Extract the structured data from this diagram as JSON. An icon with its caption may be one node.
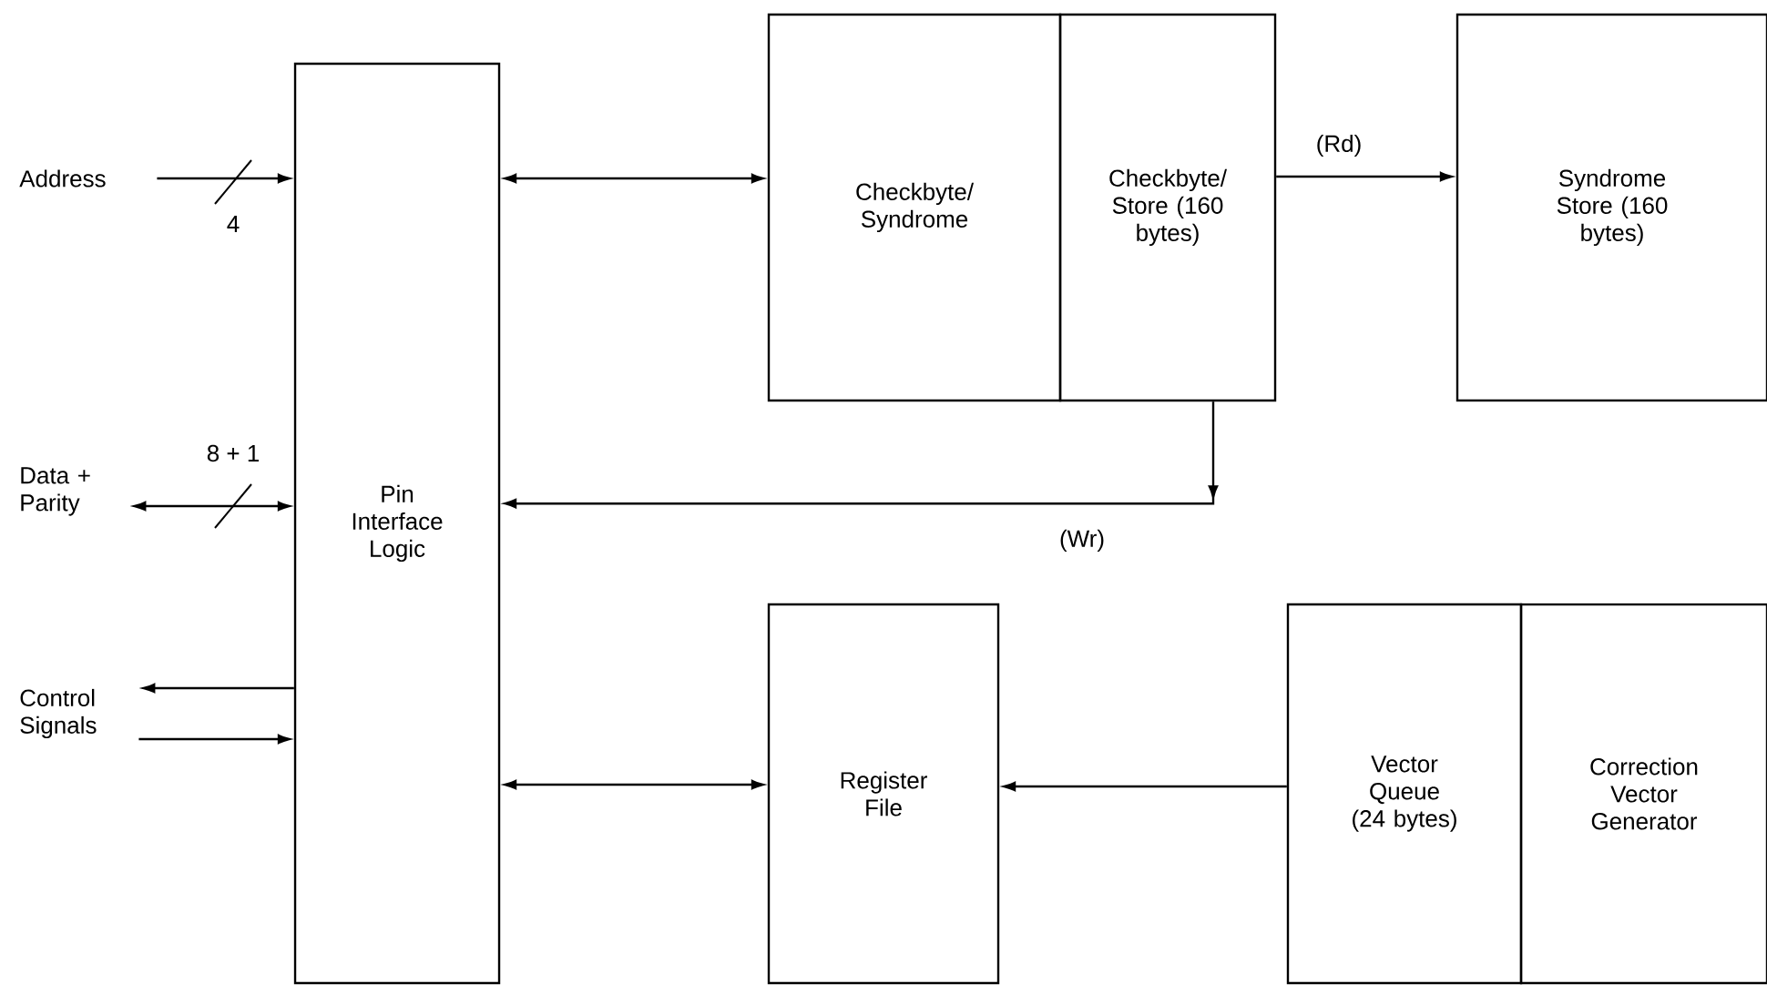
{
  "diagram": {
    "nodes": [
      {
        "text": [
          "Address"
        ]
      },
      {
        "text": [
          "Data + Parity"
        ]
      },
      {
        "text": [
          "Control Signals"
        ]
      },
      {
        "text": [
          "Pin Interface Logic"
        ]
      },
      {
        "text": [
          "Checkbyte/ Syndrome"
        ]
      },
      {
        "text": [
          "Checkbyte/ Store (160 bytes)"
        ]
      },
      {
        "text": [
          "Syndrome Store (160 bytes)"
        ]
      },
      {
        "text": [
          "Register File"
        ]
      },
      {
        "text": [
          "Vector Queue (24 bytes)"
        ]
      },
      {
        "text": [
          "Correction Vector Generator"
        ]
      }
    ],
    "edges": [
      {
        "from": 0,
        "to": 3,
        "arrow": "to",
        "label": "4"
      },
      {
        "from": 1,
        "to": 3,
        "arrow": "both",
        "label": "8 + 1"
      },
      {
        "from": 3,
        "to": 2,
        "arrow": "to"
      },
      {
        "from": 2,
        "to": 3,
        "arrow": "to"
      },
      {
        "from": 3,
        "to": 4,
        "arrow": "both"
      },
      {
        "from": 5,
        "to": 6,
        "arrow": "to",
        "label": "(Rd)"
      },
      {
        "from": 5,
        "to": 3,
        "arrow": "to",
        "label": "(Wr)"
      },
      {
        "from": 3,
        "to": 7,
        "arrow": "both"
      },
      {
        "from": 8,
        "to": 7,
        "arrow": "to"
      }
    ]
  }
}
